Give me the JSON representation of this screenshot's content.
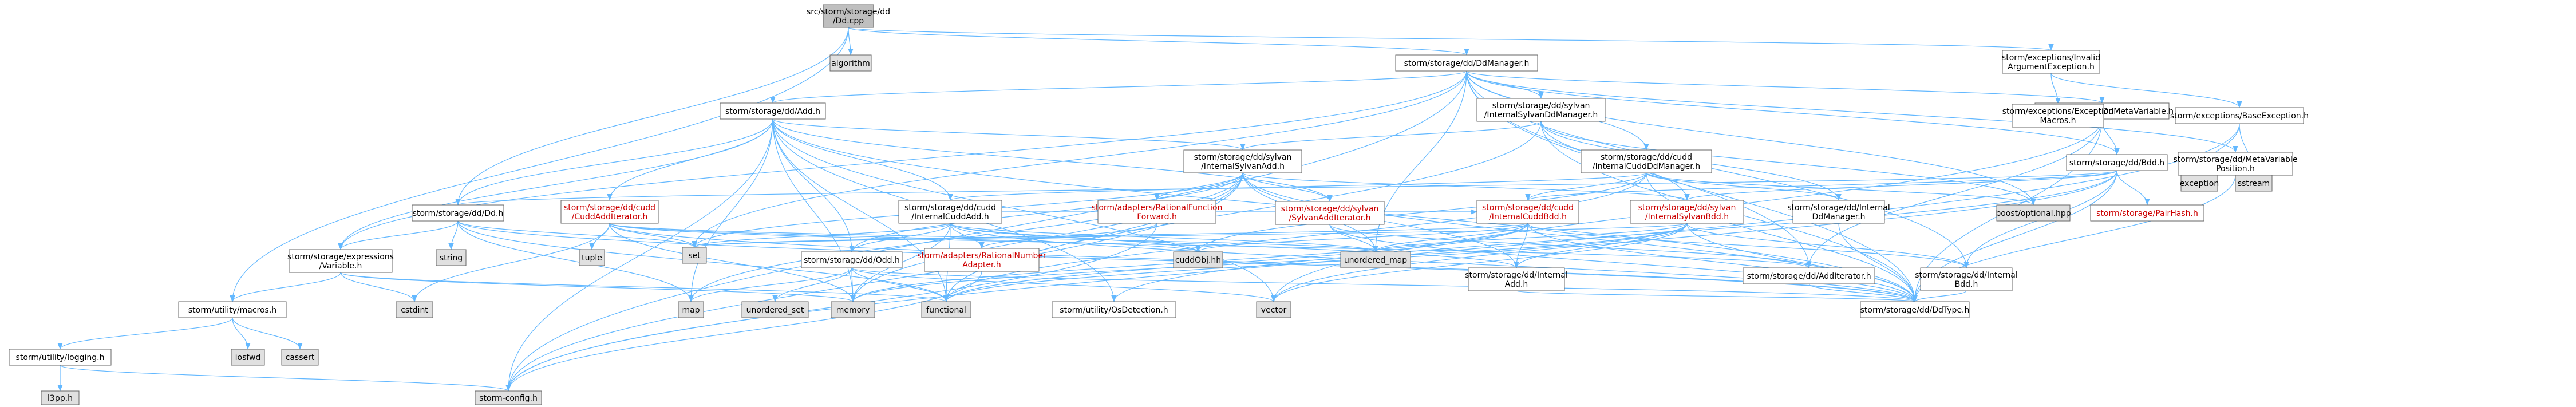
{
  "colors": {
    "node_fill": "#ffffff",
    "root_fill": "#bfbfbf",
    "system_fill": "#e0e0e0",
    "edge": "#63b8ff",
    "text": "#000000",
    "incomplete_text": "#cc0000"
  },
  "nodes": [
    {
      "id": "root",
      "lines": [
        "src/storm/storage/dd",
        "/Dd.cpp"
      ],
      "style": "root"
    },
    {
      "id": "algorithm",
      "lines": [
        "algorithm"
      ],
      "style": "system"
    },
    {
      "id": "DdManager",
      "lines": [
        "storm/storage/dd/DdManager.h"
      ],
      "style": "normal"
    },
    {
      "id": "InvalidArg",
      "lines": [
        "storm/exceptions/Invalid",
        "ArgumentException.h"
      ],
      "style": "normal"
    },
    {
      "id": "Add",
      "lines": [
        "storm/storage/dd/Add.h"
      ],
      "style": "normal"
    },
    {
      "id": "SylvanDdMgr",
      "lines": [
        "storm/storage/dd/sylvan",
        "/InternalSylvanDdManager.h"
      ],
      "style": "normal"
    },
    {
      "id": "DdMetaVar",
      "lines": [
        "storm/storage/dd/DdMetaVariable.h"
      ],
      "style": "normal"
    },
    {
      "id": "ExcMacros",
      "lines": [
        "storm/exceptions/Exception",
        "Macros.h"
      ],
      "style": "normal"
    },
    {
      "id": "BaseExc",
      "lines": [
        "storm/exceptions/BaseException.h"
      ],
      "style": "normal"
    },
    {
      "id": "SylvanAdd",
      "lines": [
        "storm/storage/dd/sylvan",
        "/InternalSylvanAdd.h"
      ],
      "style": "normal"
    },
    {
      "id": "CuddDdMgr",
      "lines": [
        "storm/storage/dd/cudd",
        "/InternalCuddDdManager.h"
      ],
      "style": "normal"
    },
    {
      "id": "Bdd",
      "lines": [
        "storm/storage/dd/Bdd.h"
      ],
      "style": "normal"
    },
    {
      "id": "MetaVarPos",
      "lines": [
        "storm/storage/dd/MetaVariable",
        "Position.h"
      ],
      "style": "normal"
    },
    {
      "id": "exception",
      "lines": [
        "exception"
      ],
      "style": "system"
    },
    {
      "id": "sstream",
      "lines": [
        "sstream"
      ],
      "style": "system"
    },
    {
      "id": "DdH",
      "lines": [
        "storm/storage/dd/Dd.h"
      ],
      "style": "normal"
    },
    {
      "id": "CuddAddIter",
      "lines": [
        "storm/storage/dd/cudd",
        "/CuddAddIterator.h"
      ],
      "style": "incomplete"
    },
    {
      "id": "CuddAdd",
      "lines": [
        "storm/storage/dd/cudd",
        "/InternalCuddAdd.h"
      ],
      "style": "normal"
    },
    {
      "id": "RatFuncFwd",
      "lines": [
        "storm/adapters/RationalFunction",
        "Forward.h"
      ],
      "style": "incomplete"
    },
    {
      "id": "SylvanAddIter",
      "lines": [
        "storm/storage/dd/sylvan",
        "/SylvanAddIterator.h"
      ],
      "style": "incomplete"
    },
    {
      "id": "CuddBdd",
      "lines": [
        "storm/storage/dd/cudd",
        "/InternalCuddBdd.h"
      ],
      "style": "incomplete"
    },
    {
      "id": "SylvanBdd",
      "lines": [
        "storm/storage/dd/sylvan",
        "/InternalSylvanBdd.h"
      ],
      "style": "incomplete"
    },
    {
      "id": "InternalDdMgr",
      "lines": [
        "storm/storage/dd/Internal",
        "DdManager.h"
      ],
      "style": "normal"
    },
    {
      "id": "boostOptional",
      "lines": [
        "boost/optional.hpp"
      ],
      "style": "system"
    },
    {
      "id": "PairHash",
      "lines": [
        "storm/storage/PairHash.h"
      ],
      "style": "incomplete"
    },
    {
      "id": "ExprVar",
      "lines": [
        "storm/storage/expressions",
        "/Variable.h"
      ],
      "style": "normal"
    },
    {
      "id": "string",
      "lines": [
        "string"
      ],
      "style": "system"
    },
    {
      "id": "tuple",
      "lines": [
        "tuple"
      ],
      "style": "system"
    },
    {
      "id": "set",
      "lines": [
        "set"
      ],
      "style": "system"
    },
    {
      "id": "Odd",
      "lines": [
        "storm/storage/dd/Odd.h"
      ],
      "style": "normal"
    },
    {
      "id": "RatNumAdapter",
      "lines": [
        "storm/adapters/RationalNumber",
        "Adapter.h"
      ],
      "style": "incomplete"
    },
    {
      "id": "cuddObj",
      "lines": [
        "cuddObj.hh"
      ],
      "style": "system"
    },
    {
      "id": "unorderedMap",
      "lines": [
        "unordered_map"
      ],
      "style": "system"
    },
    {
      "id": "InternalAdd",
      "lines": [
        "storm/storage/dd/Internal",
        "Add.h"
      ],
      "style": "normal"
    },
    {
      "id": "AddIter",
      "lines": [
        "storm/storage/dd/AddIterator.h"
      ],
      "style": "normal"
    },
    {
      "id": "InternalBdd",
      "lines": [
        "storm/storage/dd/Internal",
        "Bdd.h"
      ],
      "style": "normal"
    },
    {
      "id": "macros",
      "lines": [
        "storm/utility/macros.h"
      ],
      "style": "normal"
    },
    {
      "id": "cstdint",
      "lines": [
        "cstdint"
      ],
      "style": "system"
    },
    {
      "id": "map",
      "lines": [
        "map"
      ],
      "style": "system"
    },
    {
      "id": "unorderedSet",
      "lines": [
        "unordered_set"
      ],
      "style": "system"
    },
    {
      "id": "memory",
      "lines": [
        "memory"
      ],
      "style": "system"
    },
    {
      "id": "functional",
      "lines": [
        "functional"
      ],
      "style": "system"
    },
    {
      "id": "OsDetection",
      "lines": [
        "storm/utility/OsDetection.h"
      ],
      "style": "normal"
    },
    {
      "id": "vector",
      "lines": [
        "vector"
      ],
      "style": "system"
    },
    {
      "id": "DdType",
      "lines": [
        "storm/storage/dd/DdType.h"
      ],
      "style": "normal"
    },
    {
      "id": "logging",
      "lines": [
        "storm/utility/logging.h"
      ],
      "style": "normal"
    },
    {
      "id": "iosfwd",
      "lines": [
        "iosfwd"
      ],
      "style": "system"
    },
    {
      "id": "cassert",
      "lines": [
        "cassert"
      ],
      "style": "system"
    },
    {
      "id": "l3pp",
      "lines": [
        "l3pp.h"
      ],
      "style": "system"
    },
    {
      "id": "stormConfig",
      "lines": [
        "storm-config.h"
      ],
      "style": "system"
    }
  ],
  "edges": [
    [
      "root",
      "algorithm"
    ],
    [
      "root",
      "DdManager"
    ],
    [
      "root",
      "InvalidArg"
    ],
    [
      "root",
      "DdH"
    ],
    [
      "root",
      "macros"
    ],
    [
      "InvalidArg",
      "ExcMacros"
    ],
    [
      "InvalidArg",
      "BaseExc"
    ],
    [
      "BaseExc",
      "exception"
    ],
    [
      "BaseExc",
      "sstream"
    ],
    [
      "BaseExc",
      "stormConfig"
    ],
    [
      "DdManager",
      "Add"
    ],
    [
      "DdManager",
      "SylvanDdMgr"
    ],
    [
      "DdManager",
      "DdMetaVar"
    ],
    [
      "DdManager",
      "CuddDdMgr"
    ],
    [
      "DdManager",
      "Bdd"
    ],
    [
      "DdManager",
      "MetaVarPos"
    ],
    [
      "DdManager",
      "boostOptional"
    ],
    [
      "DdManager",
      "AddIter"
    ],
    [
      "DdManager",
      "set"
    ],
    [
      "DdManager",
      "stormConfig"
    ],
    [
      "DdManager",
      "unorderedMap"
    ],
    [
      "DdManager",
      "InternalBdd"
    ],
    [
      "DdManager",
      "ExprVar"
    ],
    [
      "DdManager",
      "DdType"
    ],
    [
      "Add",
      "DdH"
    ],
    [
      "Add",
      "CuddAddIter"
    ],
    [
      "Add",
      "CuddAdd"
    ],
    [
      "Add",
      "SylvanAdd"
    ],
    [
      "Add",
      "SylvanAddIter"
    ],
    [
      "Add",
      "Odd"
    ],
    [
      "Add",
      "ExprVar"
    ],
    [
      "Add",
      "map"
    ],
    [
      "Add",
      "functional"
    ],
    [
      "Add",
      "memory"
    ],
    [
      "Add",
      "DdType"
    ],
    [
      "Add",
      "vector"
    ],
    [
      "Add",
      "stormConfig"
    ],
    [
      "Add",
      "OsDetection"
    ],
    [
      "SylvanDdMgr",
      "SylvanAdd"
    ],
    [
      "SylvanDdMgr",
      "SylvanBdd"
    ],
    [
      "SylvanDdMgr",
      "InternalDdMgr"
    ],
    [
      "SylvanDdMgr",
      "boostOptional"
    ],
    [
      "SylvanDdMgr",
      "functional"
    ],
    [
      "SylvanDdMgr",
      "DdType"
    ],
    [
      "DdMetaVar",
      "Bdd"
    ],
    [
      "DdMetaVar",
      "AddIter"
    ],
    [
      "DdMetaVar",
      "DdType"
    ],
    [
      "DdMetaVar",
      "vector"
    ],
    [
      "MetaVarPos",
      "DdType"
    ],
    [
      "SylvanAdd",
      "set"
    ],
    [
      "SylvanAdd",
      "unorderedMap"
    ],
    [
      "SylvanAdd",
      "SylvanBdd"
    ],
    [
      "SylvanAdd",
      "SylvanAddIter"
    ],
    [
      "SylvanAdd",
      "RatFuncFwd"
    ],
    [
      "SylvanAdd",
      "InternalAdd"
    ],
    [
      "SylvanAdd",
      "DdType"
    ],
    [
      "SylvanAdd",
      "Odd"
    ],
    [
      "SylvanAdd",
      "stormConfig"
    ],
    [
      "SylvanAdd",
      "memory"
    ],
    [
      "SylvanAdd",
      "functional"
    ],
    [
      "SylvanAdd",
      "map"
    ],
    [
      "CuddDdMgr",
      "CuddBdd"
    ],
    [
      "CuddDdMgr",
      "CuddAdd"
    ],
    [
      "CuddDdMgr",
      "InternalDdMgr"
    ],
    [
      "CuddDdMgr",
      "boostOptional"
    ],
    [
      "CuddDdMgr",
      "cuddObj"
    ],
    [
      "CuddDdMgr",
      "functional"
    ],
    [
      "CuddDdMgr",
      "DdType"
    ],
    [
      "Bdd",
      "DdH"
    ],
    [
      "Bdd",
      "CuddBdd"
    ],
    [
      "Bdd",
      "SylvanBdd"
    ],
    [
      "Bdd",
      "PairHash"
    ],
    [
      "Bdd",
      "InternalBdd"
    ],
    [
      "Bdd",
      "DdType"
    ],
    [
      "Bdd",
      "vector"
    ],
    [
      "Bdd",
      "OsDetection"
    ],
    [
      "DdH",
      "ExprVar"
    ],
    [
      "DdH",
      "string"
    ],
    [
      "DdH",
      "set"
    ],
    [
      "DdH",
      "map"
    ],
    [
      "DdH",
      "functional"
    ],
    [
      "DdH",
      "DdType"
    ],
    [
      "CuddAddIter",
      "tuple"
    ],
    [
      "CuddAddIter",
      "cstdint"
    ],
    [
      "CuddAddIter",
      "set"
    ],
    [
      "CuddAddIter",
      "AddIter"
    ],
    [
      "CuddAddIter",
      "cuddObj"
    ],
    [
      "CuddAddIter",
      "DdType"
    ],
    [
      "CuddAddIter",
      "unorderedMap"
    ],
    [
      "CuddAddIter",
      "memory"
    ],
    [
      "CuddAdd",
      "set"
    ],
    [
      "CuddAdd",
      "unorderedMap"
    ],
    [
      "CuddAdd",
      "Odd"
    ],
    [
      "CuddAdd",
      "CuddBdd"
    ],
    [
      "CuddAdd",
      "RatNumAdapter"
    ],
    [
      "CuddAdd",
      "cuddObj"
    ],
    [
      "CuddAdd",
      "InternalAdd"
    ],
    [
      "CuddAdd",
      "DdType"
    ],
    [
      "CuddAdd",
      "memory"
    ],
    [
      "CuddAdd",
      "functional"
    ],
    [
      "RatFuncFwd",
      "RatNumAdapter"
    ],
    [
      "RatFuncFwd",
      "stormConfig"
    ],
    [
      "SylvanAddIter",
      "unorderedMap"
    ],
    [
      "SylvanAddIter",
      "AddIter"
    ],
    [
      "SylvanAddIter",
      "DdType"
    ],
    [
      "CuddBdd",
      "set"
    ],
    [
      "CuddBdd",
      "unorderedMap"
    ],
    [
      "CuddBdd",
      "cuddObj"
    ],
    [
      "CuddBdd",
      "InternalBdd"
    ],
    [
      "CuddBdd",
      "InternalAdd"
    ],
    [
      "CuddBdd",
      "DdType"
    ],
    [
      "CuddBdd",
      "memory"
    ],
    [
      "CuddBdd",
      "functional"
    ],
    [
      "SylvanBdd",
      "set"
    ],
    [
      "SylvanBdd",
      "unorderedMap"
    ],
    [
      "SylvanBdd",
      "InternalBdd"
    ],
    [
      "SylvanBdd",
      "InternalAdd"
    ],
    [
      "SylvanBdd",
      "DdType"
    ],
    [
      "SylvanBdd",
      "memory"
    ],
    [
      "SylvanBdd",
      "functional"
    ],
    [
      "SylvanBdd",
      "vector"
    ],
    [
      "InternalDdMgr",
      "DdType"
    ],
    [
      "ExprVar",
      "macros"
    ],
    [
      "ExprVar",
      "cstdint"
    ],
    [
      "ExprVar",
      "memory"
    ],
    [
      "ExprVar",
      "functional"
    ],
    [
      "Odd",
      "map"
    ],
    [
      "Odd",
      "unorderedSet"
    ],
    [
      "Odd",
      "memory"
    ],
    [
      "Odd",
      "functional"
    ],
    [
      "Odd",
      "vector"
    ],
    [
      "Odd",
      "DdType"
    ],
    [
      "RatNumAdapter",
      "stormConfig"
    ],
    [
      "InternalAdd",
      "DdType"
    ],
    [
      "AddIter",
      "DdType"
    ],
    [
      "InternalBdd",
      "DdType"
    ],
    [
      "macros",
      "logging"
    ],
    [
      "macros",
      "iosfwd"
    ],
    [
      "macros",
      "cassert"
    ],
    [
      "logging",
      "l3pp"
    ],
    [
      "logging",
      "stormConfig"
    ]
  ]
}
